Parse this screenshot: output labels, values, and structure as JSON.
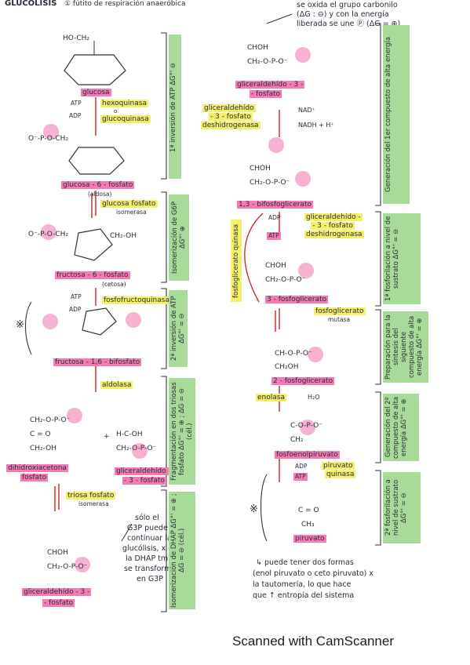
{
  "header": {
    "title": "GLUCÓLISIS",
    "subtitle": "① fútito de respiración anaeróbica",
    "top_note_line1": "se oxida el grupo carbonilo",
    "top_note_line2": "(ΔG : ⊖) y con la energía",
    "top_note_line3": "liberada se une Ⓟ (ΔG = ⊕)"
  },
  "left": {
    "glucose_ring_label": "HO-CH₂",
    "glucose": "glucosa",
    "atp": "ATP",
    "adp": "ADP",
    "hexoquinasa": "hexoquinasa",
    "or": "o",
    "glucoquinasa": "glucoquinasa",
    "phosphate_group": "O⁻-P-O-CH₂",
    "g6p": "glucosa - 6 - fosfato",
    "aldosa": "(aldosa)",
    "isomerase": "glucosa fosfato",
    "isomerase2": "isomerasa",
    "f6p_phos": "O⁻-P-O-CH₂",
    "ch2oh": "CH₂-OH",
    "f6p": "fructosa - 6 - fosfato",
    "cetosa": "(cetosa)",
    "pfk": "fosfofructoquinasa",
    "f16bp": "fructosa - 1,6 - bifosfato",
    "aldolasa": "aldolasa",
    "dhap_lines": [
      "CH₂-O-P-O⁻",
      "C = O",
      "CH₂-OH"
    ],
    "plus": "+",
    "g3p_lines": [
      "H-C-OH",
      "CH₂-O-P-O⁻"
    ],
    "dhap": "dihidroxiacetona",
    "dhap2": "fosfato",
    "g3p": "gliceraldehído -",
    "g3p2": "- 3 - fosfato",
    "tpi": "triosa fosfato",
    "tpi2": "isomerasa",
    "note_lines": [
      "sólo el",
      "G3P puede",
      "continuar la",
      "glucólisis, x eso",
      "la DHAP tmb",
      "se transforma",
      "en G3P"
    ],
    "bottom_chem": [
      "CHOH",
      "CH₂-O-P-O⁻"
    ],
    "bottom_name": "gliceraldehído - 3 -",
    "bottom_name2": "- fosfato"
  },
  "left_phases": {
    "p1": "1ª inversión de ATP  ΔG°' ⊖",
    "p2": "Isomerización de G6P  ΔG°' ⊕",
    "p3": "2ª inversión de ATP  ΔG°' = ⊖",
    "p4": "Fragmentación en dos triosas fosfato  ΔG°' = ⊕ ; ΔG = ⊖ (cél.)",
    "p5": "Isomerización de DHAP  ΔG°' = ⊕ ; ΔG = ⊖ (cél.)",
    "star": "※"
  },
  "right": {
    "top_chem": [
      "CHOH",
      "CH₂-O-P-O⁻"
    ],
    "g3p": "gliceraldehído - 3 -",
    "g3p2": "- fosfato",
    "gapdh": "gliceraldehído",
    "gapdh2": "- 3 - fosfato",
    "gapdh3": "deshidrogenasa",
    "nad": "NAD⁺",
    "nadh": "NADH + H⁺",
    "bpg_chem": [
      "CHOH",
      "CH₂-O-P-O⁻"
    ],
    "bpg": "1,3 - bifosfoglicerato",
    "adp": "ADP",
    "atp": "ATP",
    "pgk_side": "fosfoglicerato quinasa",
    "gapdh_b": "gliceraldehído -",
    "gapdh_b2": "- 3 - fosfato",
    "gapdh_b3": "deshidrogenasa",
    "pg3_chem": [
      "CHOH",
      "CH₂-O-P-O⁻"
    ],
    "pg3": "3 - fosfoglicerato",
    "mutasa": "fosfoglicerato",
    "mutasa2": "mutasa",
    "pg2_chem": [
      "CH-O-P-O⁻",
      "CH₂OH"
    ],
    "pg2": "2 - fosfoglicerato",
    "enolasa": "enolasa",
    "h2o": "H₂O",
    "pep_chem": [
      "C-O-P-O⁻",
      "CH₂"
    ],
    "pep": "fosfoenolpiruvato",
    "pk_adp": "ADP",
    "pk_atp": "ATP",
    "pk": "piruvato",
    "pk2": "quinasa",
    "pyr_chem": [
      "C = O",
      "CH₃"
    ],
    "pyr": "piruvato",
    "star": "※",
    "note_lines": [
      "↳ puede tener dos formas",
      "(enol piruvato o ceto piruvato) x",
      "la tautomería, lo que hace",
      "que ↑ entropía del sistema"
    ]
  },
  "right_phases": {
    "p1": "Generación del 1er compuesto de alta energía",
    "p2": "1ª fosforilación a nivel de sustrato  ΔG°' = ⊖",
    "p3": "Preparación para la síntesis del siguiente compuesto de alta energía  ΔG°' = ⊕",
    "p4": "Generación del 2º compuesto de alta energía  ΔG°' = ⊕",
    "p5": "2ª fosforilación a nivel de sustrato  ΔG°' = ⊖"
  },
  "footer": "Scanned with CamScanner"
}
